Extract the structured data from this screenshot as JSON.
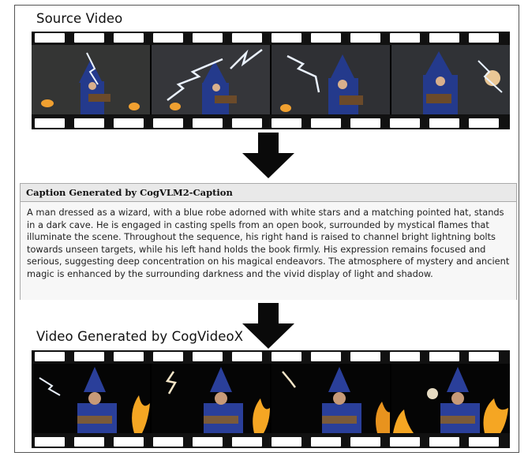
{
  "source_title": "Source Video",
  "caption": {
    "header": "Caption Generated by CogVLM2-Caption",
    "body": "A man dressed as a wizard, with a blue robe adorned with white stars and a matching pointed hat, stands in a dark cave. He is engaged in casting spells from an open book, surrounded by mystical flames that illuminate the scene. Throughout the sequence, his right hand is raised to channel bright lightning bolts towards unseen targets, while his left hand holds the book firmly. His expression remains focused and serious, suggesting deep concentration on his magical endeavors. The atmosphere of mystery and ancient magic is enhanced by the surrounding darkness and the vivid display of light and shadow."
  },
  "generated_title": "Video Generated by CogVideoX",
  "colors": {
    "film": "#111111",
    "robe": "#2a3f9a",
    "flame": "#f5a623",
    "lightning": "#e8f0ff",
    "caption_bg": "#f4f4f4"
  }
}
